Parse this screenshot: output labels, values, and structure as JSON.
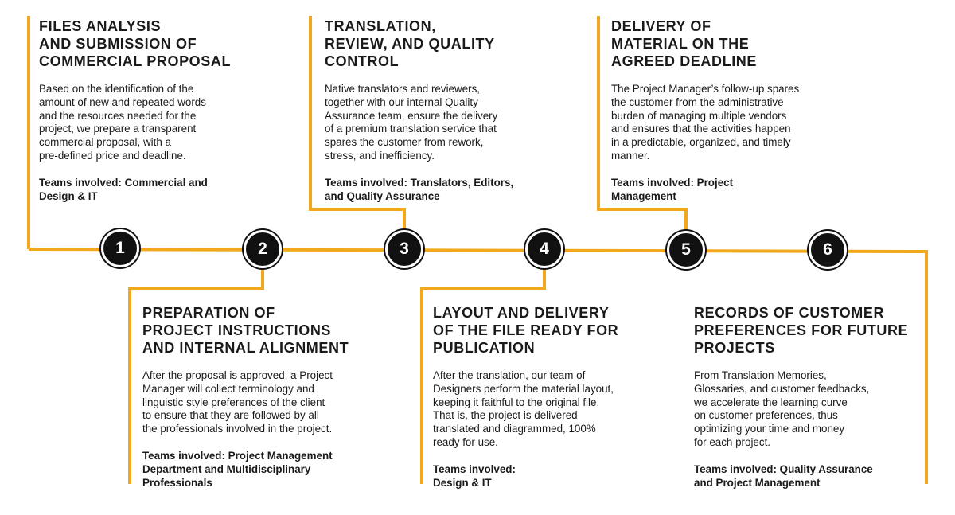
{
  "accent_color": "#F2A81D",
  "steps": [
    {
      "number": "1",
      "title": "FILES ANALYSIS\nAND SUBMISSION OF\nCOMMERCIAL PROPOSAL",
      "body": "Based on the identification of the\namount of new and repeated words\nand the resources needed for the\nproject, we prepare a transparent\ncommercial proposal, with a\npre-defined price and deadline.",
      "teams": "Teams involved: Commercial and\nDesign & IT"
    },
    {
      "number": "2",
      "title": "PREPARATION OF\nPROJECT INSTRUCTIONS\nAND INTERNAL ALIGNMENT",
      "body": "After the proposal is approved, a Project\nManager will collect terminology and\nlinguistic style preferences of the client\nto ensure that they are followed by all\nthe professionals involved in the project.",
      "teams": "Teams involved: Project Management\nDepartment and Multidisciplinary\nProfessionals"
    },
    {
      "number": "3",
      "title": "TRANSLATION,\nREVIEW, AND QUALITY\nCONTROL",
      "body": "Native translators and reviewers,\ntogether with our internal Quality\nAssurance team, ensure the delivery\nof a premium translation service that\nspares the customer from rework,\nstress, and inefficiency.",
      "teams": "Teams involved: Translators, Editors,\nand Quality Assurance"
    },
    {
      "number": "4",
      "title": "LAYOUT AND DELIVERY\nOF THE FILE READY FOR\nPUBLICATION",
      "body": "After the translation, our team of\nDesigners perform the material layout,\nkeeping it faithful to the original file.\nThat is, the project is delivered\ntranslated and diagrammed, 100%\nready for use.",
      "teams": "Teams involved:\nDesign & IT"
    },
    {
      "number": "5",
      "title": "DELIVERY OF\nMATERIAL ON THE\nAGREED DEADLINE",
      "body": "The Project Manager’s follow-up spares\nthe customer from the administrative\nburden of managing multiple vendors\nand ensures that the activities happen\nin a predictable, organized, and timely\nmanner.",
      "teams": "Teams involved: Project\nManagement"
    },
    {
      "number": "6",
      "title": "RECORDS OF CUSTOMER\nPREFERENCES FOR FUTURE\nPROJECTS",
      "body": "From Translation Memories,\nGlossaries, and customer feedbacks,\nwe accelerate the learning curve\non customer preferences, thus\noptimizing your time and money\nfor each project.",
      "teams": "Teams involved: Quality Assurance\nand Project Management"
    }
  ]
}
